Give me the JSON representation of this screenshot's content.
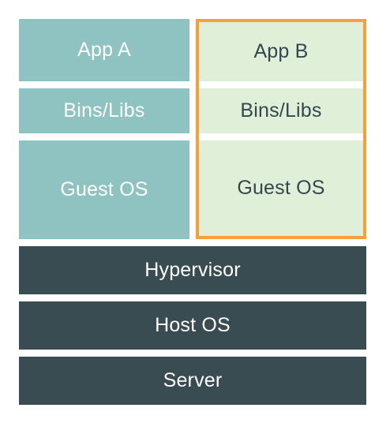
{
  "vm_a": {
    "app": "App A",
    "bins_libs": "Bins/Libs",
    "guest_os": "Guest OS"
  },
  "vm_b": {
    "app": "App B",
    "bins_libs": "Bins/Libs",
    "guest_os": "Guest OS"
  },
  "infrastructure": {
    "hypervisor": "Hypervisor",
    "host_os": "Host OS",
    "server": "Server"
  },
  "colors": {
    "vm_a_fill": "#8fc3c1",
    "vm_b_fill": "#e0efd8",
    "infrastructure_fill": "#384c52",
    "highlight_border": "#f5a03a"
  }
}
